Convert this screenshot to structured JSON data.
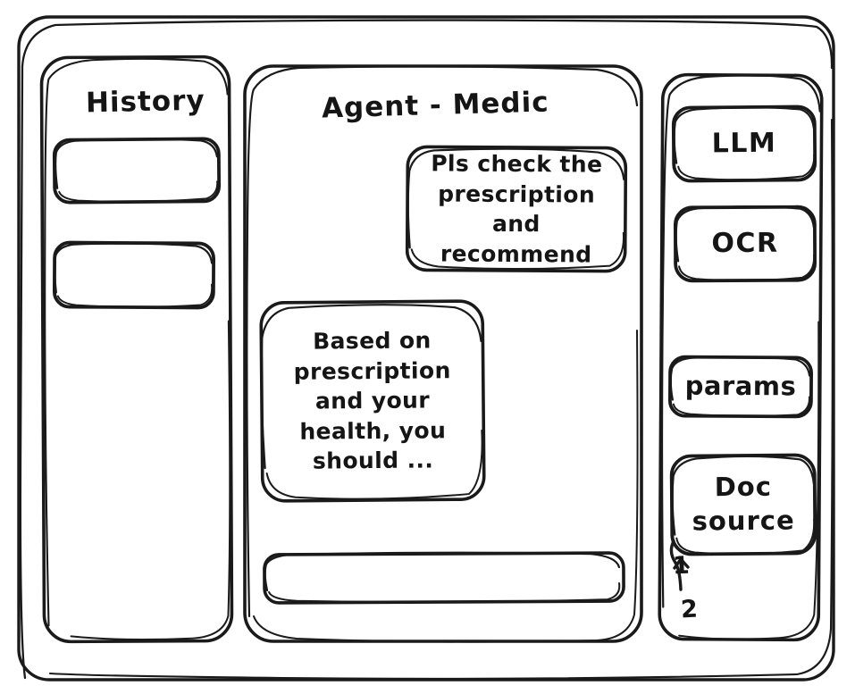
{
  "style": {
    "ink_color": "#1a1a1a",
    "paper_color": "#ffffff"
  },
  "window": {
    "name": "app-window-frame"
  },
  "sidebar_left": {
    "title": "History",
    "items": [
      {
        "label": "",
        "name": "history-item-1"
      },
      {
        "label": "",
        "name": "history-item-2"
      }
    ]
  },
  "main": {
    "title": "Agent - Medic",
    "messages": [
      {
        "role": "user",
        "text": "Pls check the prescription and recommend",
        "lines": [
          "Pls check the",
          "prescription",
          "and recommend"
        ]
      },
      {
        "role": "assistant",
        "text": "Based on prescription and your health, you should ...",
        "lines": [
          "Based on",
          "prescription",
          "and your",
          "health, you",
          "should ..."
        ]
      }
    ],
    "composer": {
      "value": "",
      "placeholder": ""
    }
  },
  "sidebar_right": {
    "tools": [
      {
        "label": "LLM",
        "name": "tool-llm",
        "lines": [
          "LLM"
        ]
      },
      {
        "label": "OCR",
        "name": "tool-ocr",
        "lines": [
          "OCR"
        ]
      },
      {
        "label": "params",
        "name": "tool-params",
        "lines": [
          "params"
        ]
      },
      {
        "label": "Doc source",
        "name": "tool-doc-source",
        "lines": [
          "Doc",
          "source"
        ]
      }
    ],
    "source_list": [
      {
        "label": "1",
        "name": "doc-source-item-1"
      },
      {
        "label": "2",
        "name": "doc-source-item-2"
      }
    ]
  }
}
